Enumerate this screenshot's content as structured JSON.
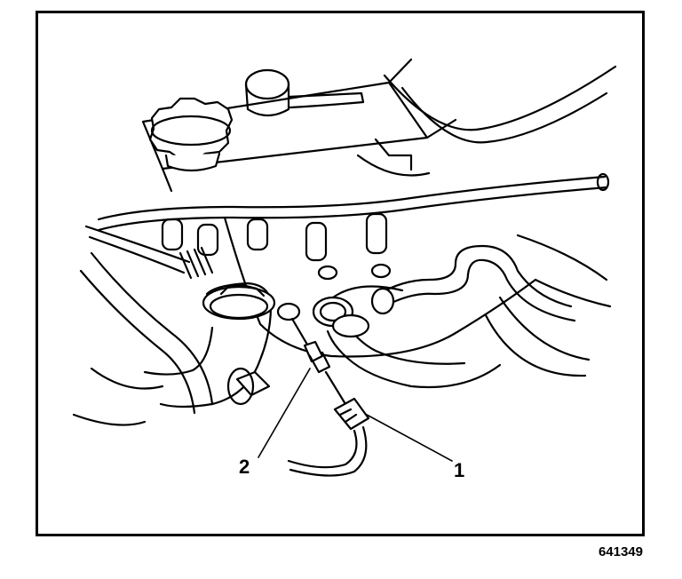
{
  "diagram": {
    "callouts": [
      {
        "id": "1",
        "label": "1"
      },
      {
        "id": "2",
        "label": "2"
      }
    ],
    "figure_number": "641349"
  },
  "colors": {
    "line": "#000000",
    "background": "#ffffff"
  }
}
